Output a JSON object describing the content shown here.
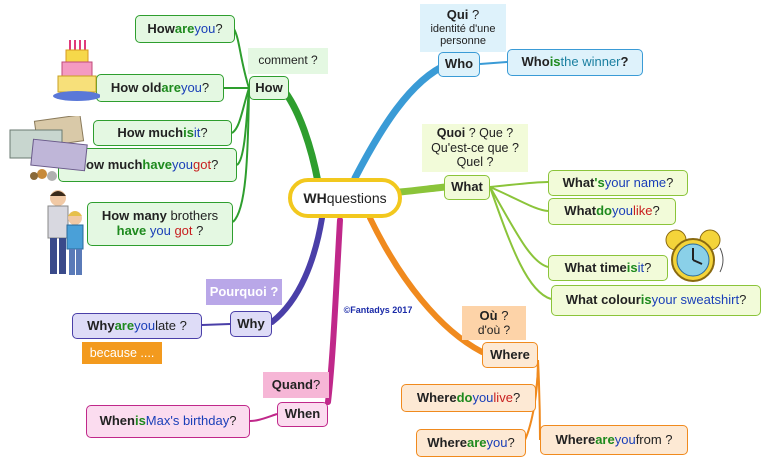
{
  "center": {
    "key": "WH",
    "rest": " questions"
  },
  "copyright": "©Fantadys 2017",
  "how": {
    "node": "How",
    "label": "comment ?",
    "q1": [
      "How",
      " are",
      " you",
      " ?"
    ],
    "q2": [
      "How old",
      " are",
      " you",
      " ?"
    ],
    "q3": [
      "How much",
      " is",
      " it",
      " ?"
    ],
    "q4": [
      "How much",
      " have",
      " you",
      " got",
      " ?"
    ],
    "q5a": [
      "How many",
      " brothers"
    ],
    "q5b": [
      "have",
      " you",
      " got",
      " ?"
    ]
  },
  "who": {
    "node": "Who",
    "label1": [
      "Qui",
      " ?"
    ],
    "label2": "identité d'une",
    "label3": "personne",
    "q1": [
      "Who",
      " is",
      " the winner",
      " ?"
    ]
  },
  "what": {
    "node": "What",
    "label1": [
      "Quoi",
      " ? Que ?"
    ],
    "label2": "Qu'est-ce que ?",
    "label3": "Quel ?",
    "q1": [
      "What",
      " 's",
      " your name",
      " ?"
    ],
    "q2": [
      "What",
      " do",
      " you",
      " like",
      " ?"
    ],
    "q3": [
      "What time",
      " is",
      " it",
      " ?"
    ],
    "q4": [
      "What colour",
      " is",
      " your sweatshirt",
      " ?"
    ]
  },
  "why": {
    "node": "Why",
    "label": "Pourquoi ?",
    "q1": [
      "Why",
      " are",
      " you",
      " late ?"
    ],
    "because": "because ...."
  },
  "when": {
    "node": "When",
    "label": [
      "Quand",
      " ?"
    ],
    "q1": [
      "When",
      " is",
      " Max's birthday",
      " ?"
    ]
  },
  "where": {
    "node": "Where",
    "label1": [
      "Où",
      " ?"
    ],
    "label2": "d'où ?",
    "q1": [
      "Where",
      " do",
      " you",
      " live",
      " ?"
    ],
    "q2": [
      "Where",
      " are",
      " you",
      " ?"
    ],
    "q3": [
      "Where",
      " are",
      " you",
      " from ?"
    ]
  },
  "colors": {
    "how": "#2e9e2e",
    "who": "#3a9bd6",
    "what": "#8bc43a",
    "why": "#4a3fa8",
    "when": "#c0288a",
    "where": "#f08a1e",
    "center": "#f2c81e"
  },
  "icons": [
    "birthday-cake-icon",
    "money-icon",
    "children-icon",
    "alarm-clock-icon"
  ]
}
